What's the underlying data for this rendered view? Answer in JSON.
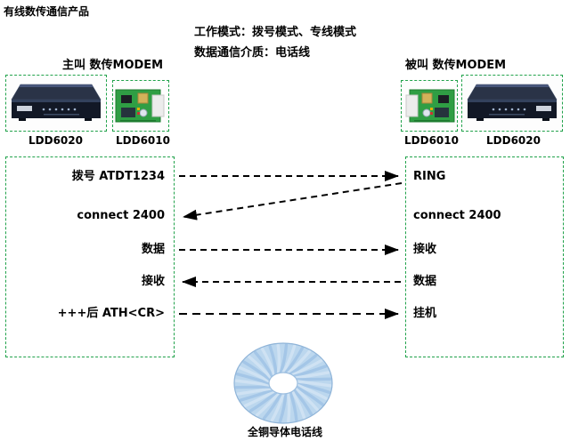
{
  "title": "有线数传通信产品",
  "header": {
    "mode_line": "工作模式：拨号模式、专线模式",
    "medium_line": "数据通信介质：电话线"
  },
  "caller": {
    "label": "主叫 数传MODEM",
    "device_labels": [
      "LDD6020",
      "LDD6010"
    ],
    "steps": [
      "拨号 ATDT1234",
      "connect 2400",
      "数据",
      "接收",
      "+++后 ATH<CR>"
    ]
  },
  "callee": {
    "label": "被叫 数传MODEM",
    "device_labels": [
      "LDD6010",
      "LDD6020"
    ],
    "steps": [
      "RING",
      "connect 2400",
      "接收",
      "数据",
      "挂机"
    ]
  },
  "flows": [
    {
      "from": "拨号 ATDT1234",
      "to": "RING",
      "dir": "left-to-right",
      "style": "horizontal"
    },
    {
      "from": "RING",
      "to": "connect 2400",
      "dir": "right-to-left",
      "style": "diagonal"
    },
    {
      "from": "数据",
      "to": "接收",
      "dir": "left-to-right",
      "style": "horizontal"
    },
    {
      "from": "数据",
      "to": "接收",
      "dir": "right-to-left",
      "style": "horizontal"
    },
    {
      "from": "+++后 ATH<CR>",
      "to": "挂机",
      "dir": "left-to-right",
      "style": "horizontal"
    }
  ],
  "cable_label": "全铜导体电话线",
  "colors": {
    "dash_green": "#21a24b",
    "text": "#000000",
    "cable_blue": "#bcd7ee"
  }
}
